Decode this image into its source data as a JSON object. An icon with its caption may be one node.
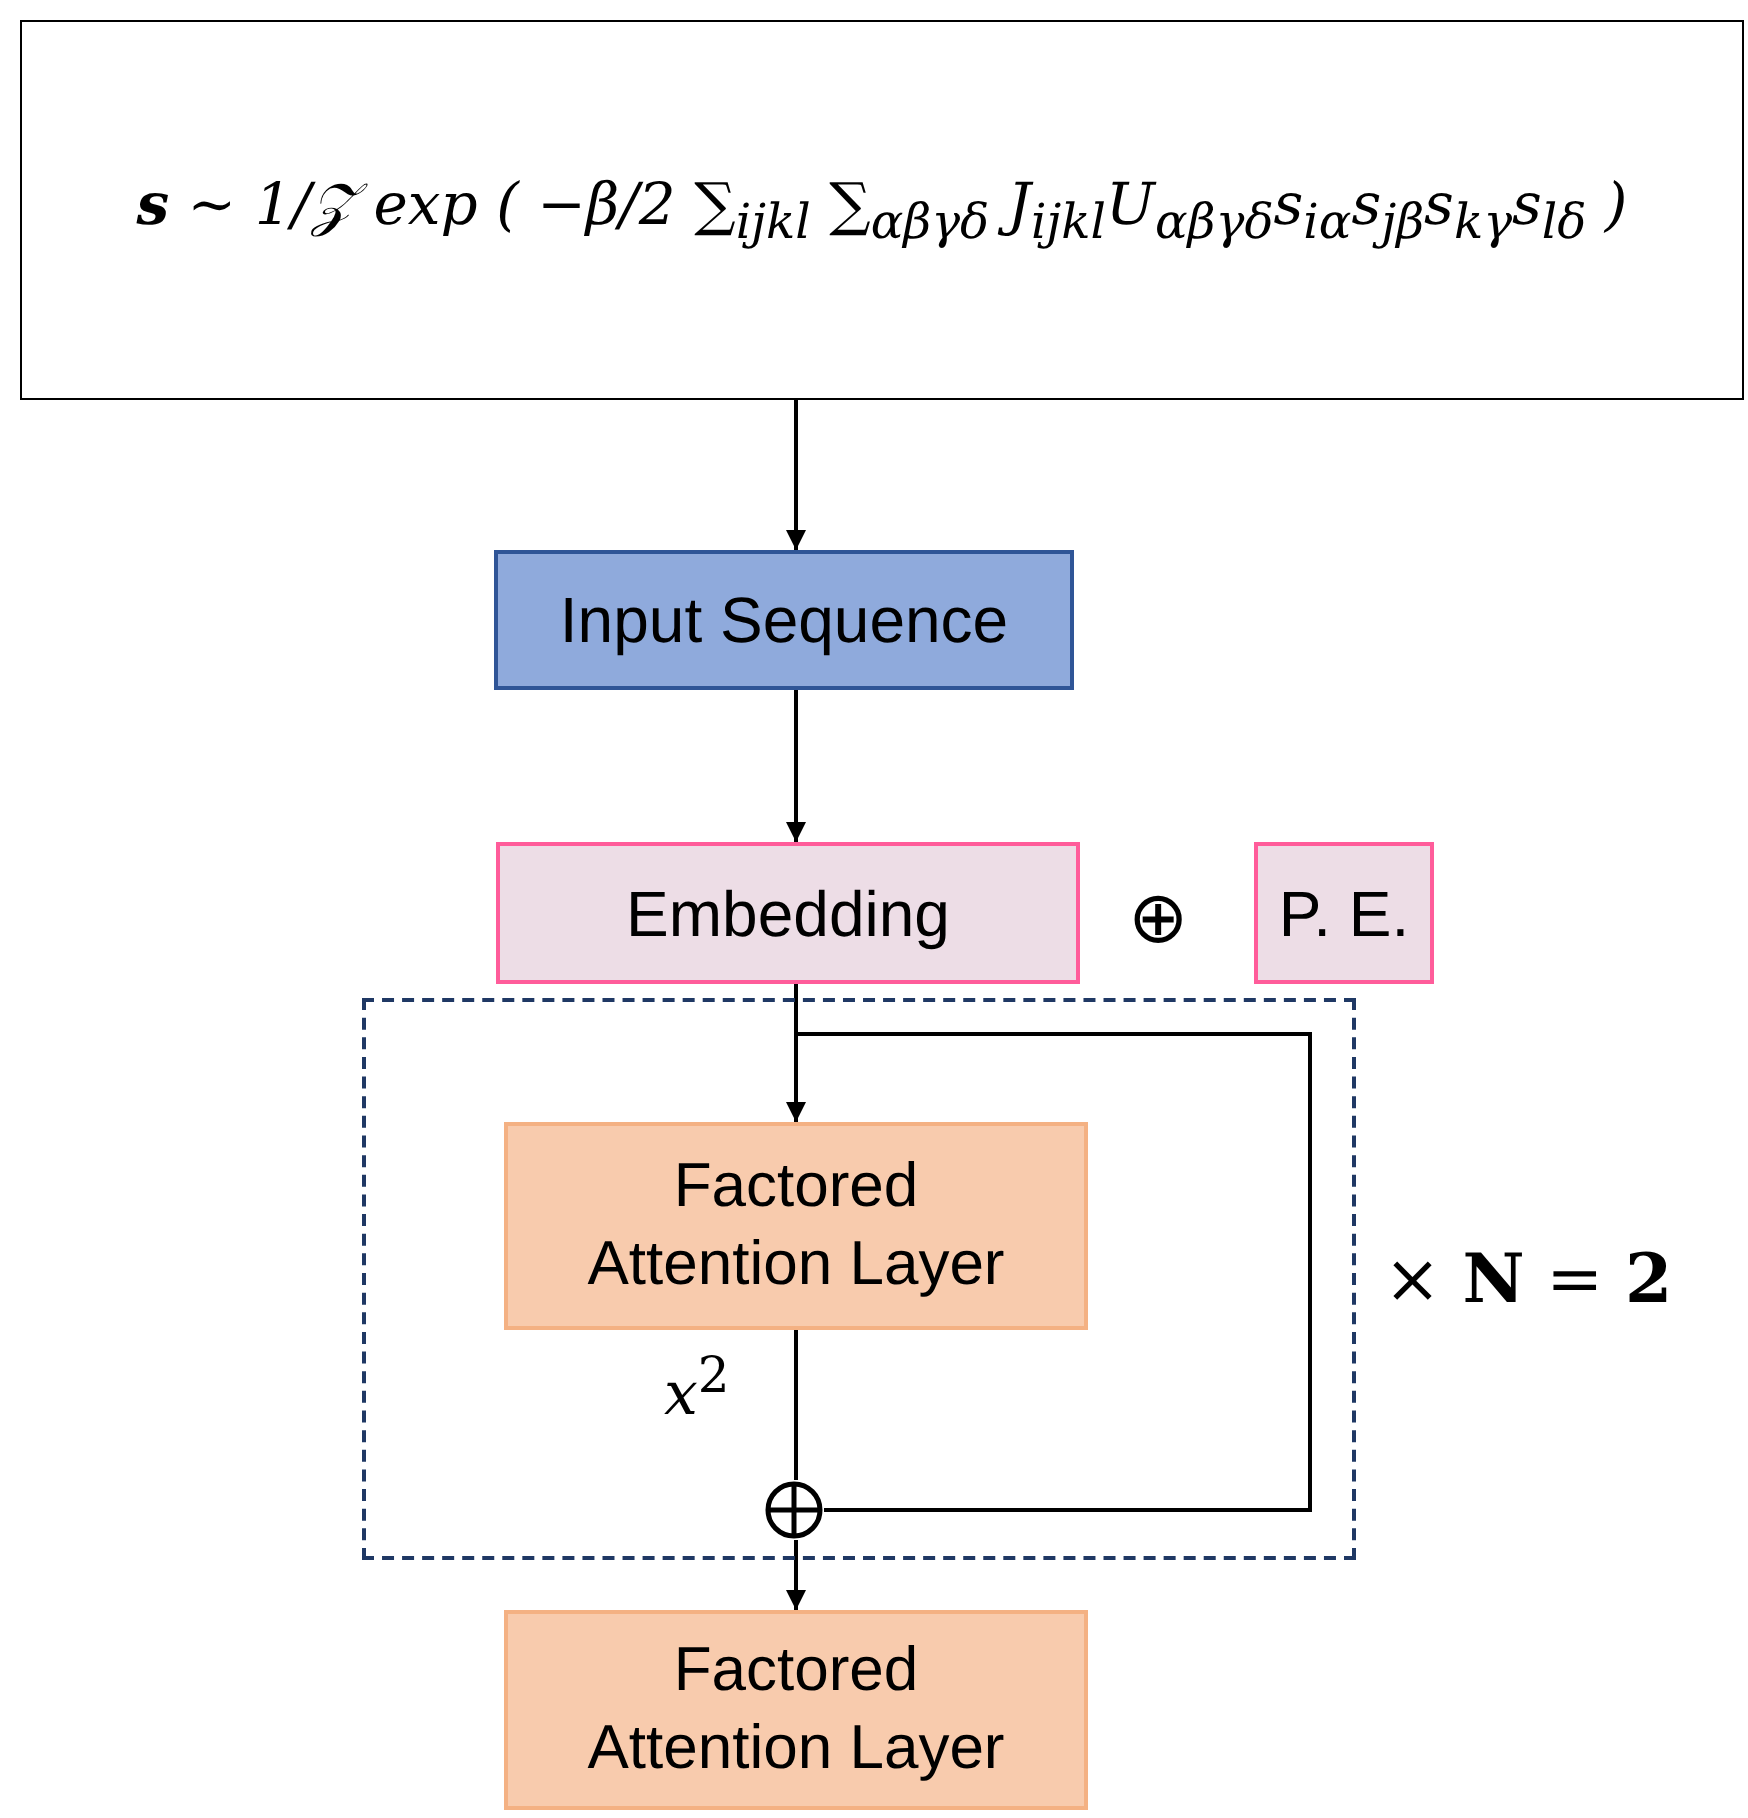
{
  "diagram": {
    "nodes": [
      {
        "text": [
          "**s** ∼ 1/𝒵 exp ( −β/2 ∑$_{ijkl}$ ∑$_{αβγδ}$ J$_{ijkl}$U$_{αβγδ}$s$_{iα}$s$_{jβ}$s$_{kγ}$s$_{lδ}$ )"
        ]
      },
      {
        "text": [
          "Input Sequence"
        ]
      },
      {
        "text": [
          "Embedding"
        ]
      },
      {
        "text": [
          "P. E."
        ]
      },
      {
        "text": [],
        "shape": "box",
        "beside": [
          "× **N** = **2**"
        ]
      },
      {
        "text": [
          "Factored Attention Layer"
        ],
        "in": 4
      },
      {
        "text": [],
        "shape": "circle",
        "in": 4
      },
      {
        "text": [
          "Factored Attention Layer"
        ]
      }
    ],
    "edges": [
      {
        "from": 0,
        "to": 1,
        "arrow": "to"
      },
      {
        "from": 1,
        "to": 2,
        "arrow": "to"
      },
      {
        "from": 2,
        "to": 5,
        "arrow": "to"
      },
      {
        "from": 5,
        "to": 6,
        "arrow": "none",
        "label": "*x*$^{2}$"
      },
      {
        "from": 2,
        "to": 6,
        "arrow": "none"
      },
      {
        "from": 6,
        "to": 7,
        "arrow": "to"
      }
    ],
    "labels": [
      "⊕"
    ]
  }
}
